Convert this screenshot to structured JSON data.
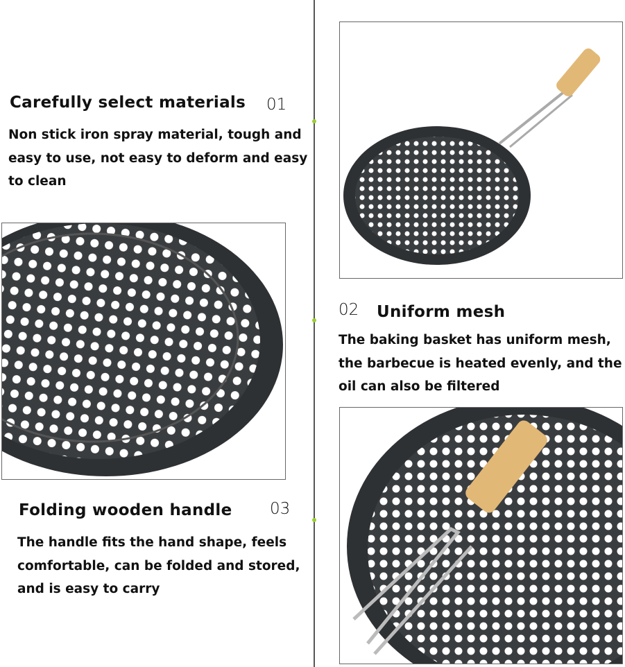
{
  "sections": [
    {
      "number": "01",
      "title": "Carefully select materials",
      "lines": [
        "Non stick iron spray material, tough and",
        "easy to use, not easy to deform and easy",
        "to clean"
      ]
    },
    {
      "number": "02",
      "title": "Uniform mesh",
      "lines": [
        "The baking basket has uniform mesh,",
        "the barbecue is heated evenly, and the",
        "oil can also be filtered"
      ]
    },
    {
      "number": "03",
      "title": "Folding wooden handle",
      "lines": [
        "The handle fits the hand shape, feels",
        "comfortable, can be folded and stored,",
        "and is easy to carry"
      ]
    }
  ],
  "colors": {
    "accent_dot": "#9acd32",
    "pan": "#3a3d40",
    "handle": "#e2b877"
  }
}
